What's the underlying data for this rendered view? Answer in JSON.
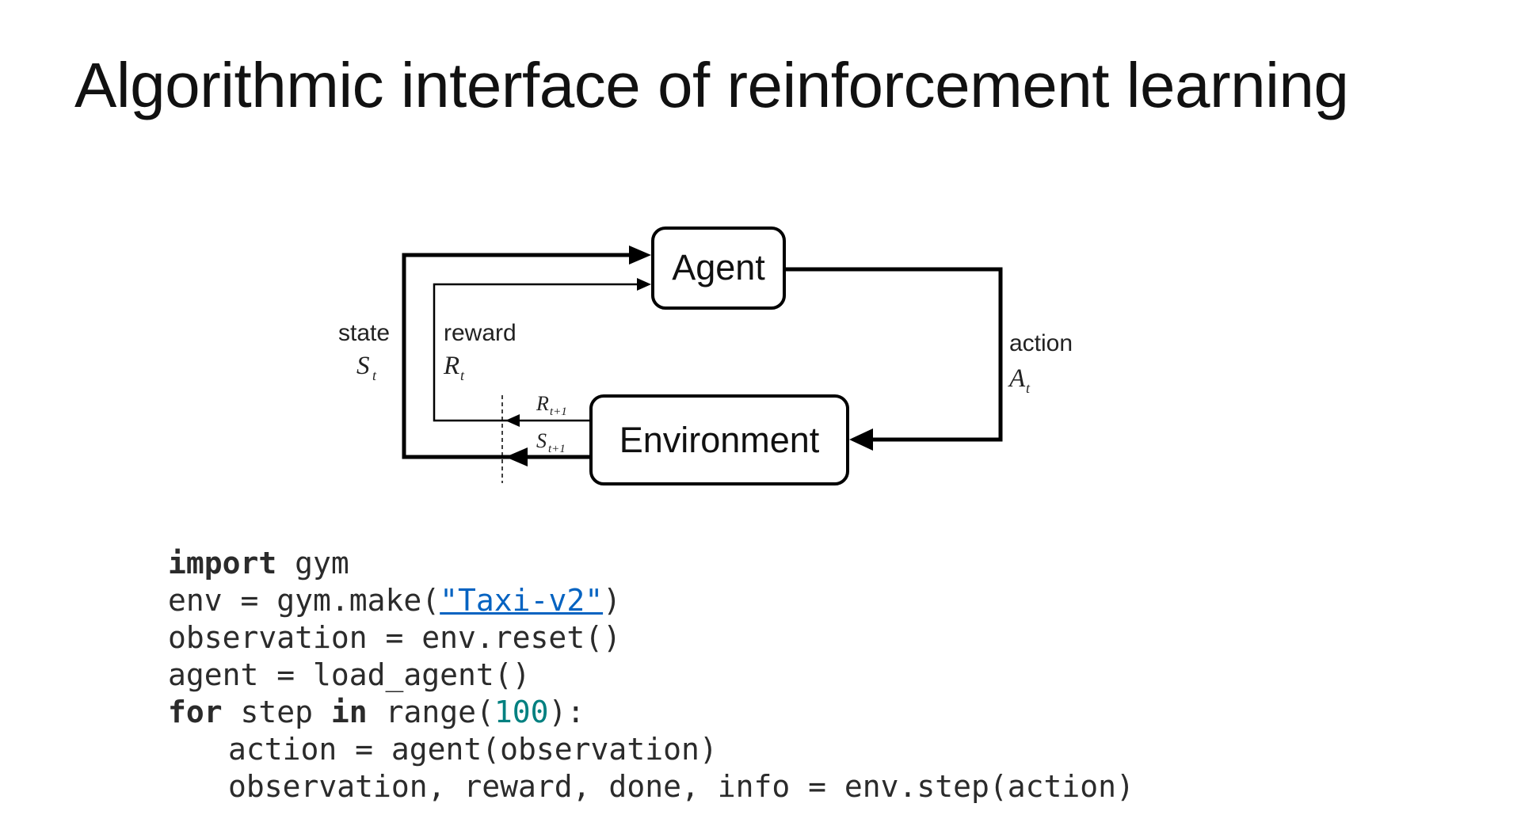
{
  "title": "Algorithmic interface of reinforcement learning",
  "diagram": {
    "agent": "Agent",
    "environment": "Environment",
    "state_label": "state",
    "state_symbol": "S",
    "state_sub": "t",
    "reward_label": "reward",
    "reward_symbol": "R",
    "reward_sub": "t",
    "action_label": "action",
    "action_symbol": "A",
    "action_sub": "t",
    "next_reward_symbol": "R",
    "next_reward_sub": "t+1",
    "next_state_symbol": "S",
    "next_state_sub": "t+1"
  },
  "code": {
    "l1_kw": "import",
    "l1_rest": " gym",
    "l2_a": "env = gym.make(",
    "l2_str": "\"Taxi-v2\"",
    "l2_b": ")",
    "l3": "observation = env.reset()",
    "l4": "agent = load_agent()",
    "l5_kw1": "for",
    "l5_a": " step ",
    "l5_kw2": "in",
    "l5_b": " range(",
    "l5_num": "100",
    "l5_c": "):",
    "l6": "action = agent(observation)",
    "l7": "observation, reward, done, info = env.step(action)"
  },
  "colors": {
    "string": "#0563c1",
    "number": "#008080"
  }
}
